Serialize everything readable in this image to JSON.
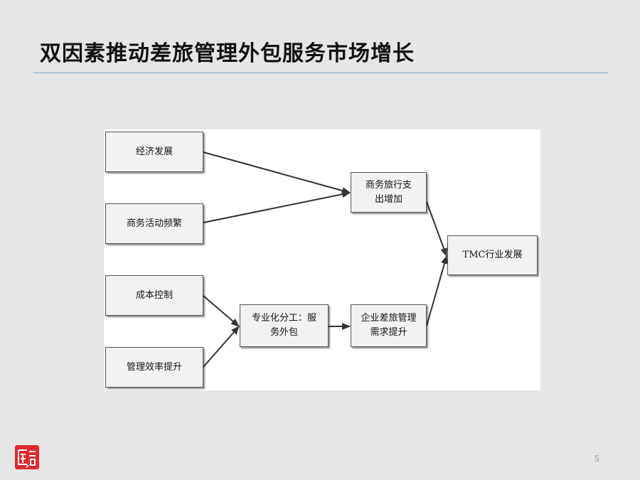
{
  "slide": {
    "title": "双因素推动差旅管理外包服务市场增长",
    "page_number": "5"
  },
  "diagram": {
    "nodes": {
      "economic_growth": "经济发展",
      "frequent_business": "商务活动频繁",
      "cost_control": "成本控制",
      "efficiency_improvement": "管理效率提升",
      "travel_spending": "商务旅行支出增加",
      "outsourcing": "专业化分工：服务外包",
      "demand_increase": "企业差旅管理需求提升",
      "tmc_development": "TMC行业发展"
    },
    "edges": [
      {
        "from": "经济发展",
        "to": "商务旅行支出增加"
      },
      {
        "from": "商务活动频繁",
        "to": "商务旅行支出增加"
      },
      {
        "from": "成本控制",
        "to": "专业化分工：服务外包"
      },
      {
        "from": "管理效率提升",
        "to": "专业化分工：服务外包"
      },
      {
        "from": "专业化分工：服务外包",
        "to": "企业差旅管理需求提升"
      },
      {
        "from": "商务旅行支出增加",
        "to": "TMC行业发展"
      },
      {
        "from": "企业差旅管理需求提升",
        "to": "TMC行业发展"
      }
    ],
    "colors": {
      "node_fill": "#f2f2f2",
      "node_border": "#555555",
      "arrow": "#333333",
      "rule": "#7fa7d6"
    }
  },
  "logo": {
    "icon": "company-logo-icon",
    "color": "#e0282e"
  }
}
